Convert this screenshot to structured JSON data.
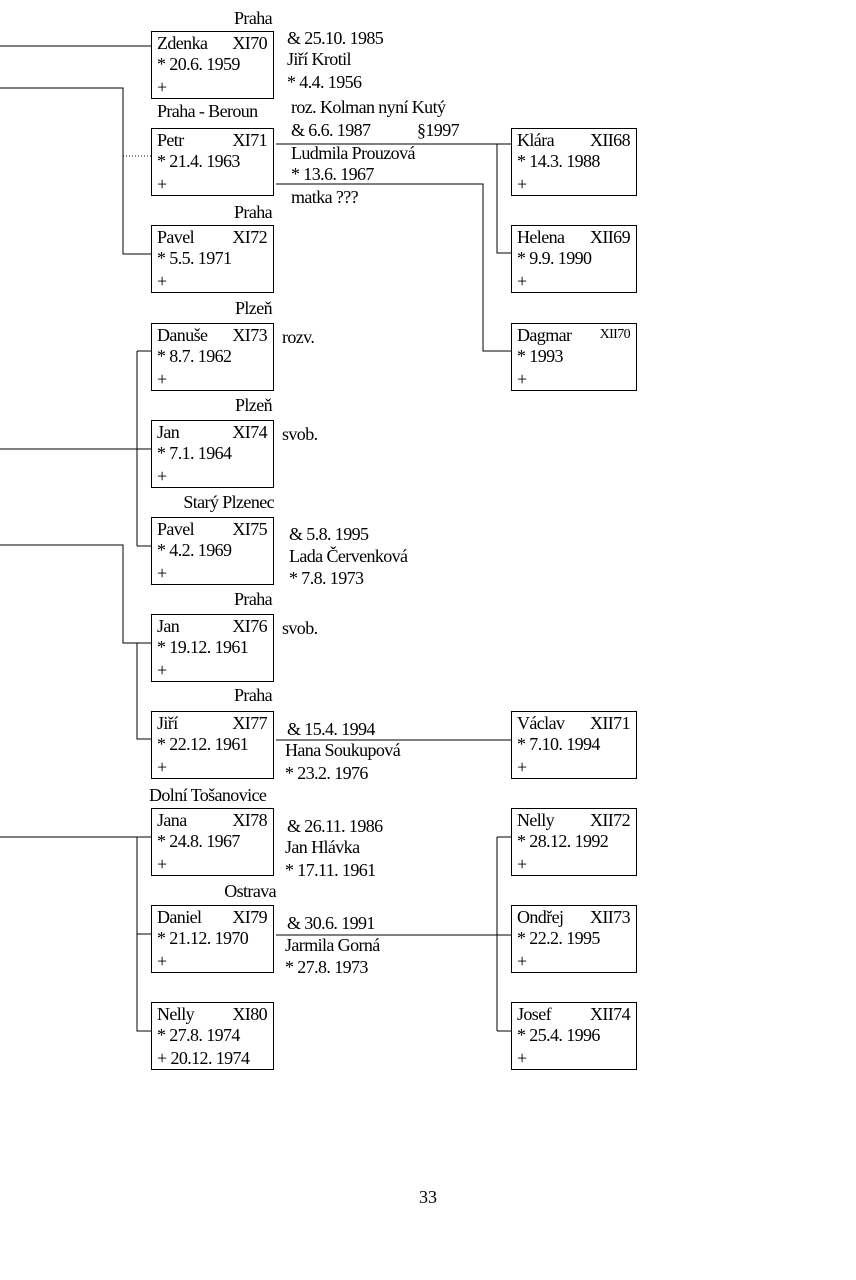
{
  "generation_xi": {
    "people": [
      {
        "name": "Zdenka",
        "id": "XI70",
        "birth": "* 20.6. 1959",
        "death": "+",
        "place": "Praha"
      },
      {
        "name": "Petr",
        "id": "XI71",
        "birth": "* 21.4. 1963",
        "death": "+",
        "place": "Praha - Beroun"
      },
      {
        "name": "Pavel",
        "id": "XI72",
        "birth": "* 5.5. 1971",
        "death": "+",
        "place": "Praha"
      },
      {
        "name": "Danuše",
        "id": "XI73",
        "birth": "* 8.7. 1962",
        "death": "+",
        "place": "Plzeň"
      },
      {
        "name": "Jan",
        "id": "XI74",
        "birth": "* 7.1. 1964",
        "death": "+",
        "place": "Plzeň"
      },
      {
        "name": "Pavel",
        "id": "XI75",
        "birth": "* 4.2. 1969",
        "death": "+",
        "place": "Starý Plzenec"
      },
      {
        "name": "Jan",
        "id": "XI76",
        "birth": "* 19.12. 1961",
        "death": "+",
        "place": "Praha"
      },
      {
        "name": "Jiří",
        "id": "XI77",
        "birth": "* 22.12. 1961",
        "death": "+",
        "place": "Praha"
      },
      {
        "name": "Jana",
        "id": "XI78",
        "birth": "* 24.8. 1967",
        "death": "+",
        "place": "Dolní Tošanovice"
      },
      {
        "name": "Daniel",
        "id": "XI79",
        "birth": "* 21.12. 1970",
        "death": "+",
        "place": "Ostrava"
      },
      {
        "name": "Nelly",
        "id": "XI80",
        "birth": "* 27.8. 1974",
        "death": "+ 20.12. 1974",
        "place": ""
      }
    ]
  },
  "generation_xii": {
    "people": [
      {
        "name": "Klára",
        "id": "XII68",
        "birth": "* 14.3. 1988",
        "death": "+"
      },
      {
        "name": "Helena",
        "id": "XII69",
        "birth": "* 9.9. 1990",
        "death": "+"
      },
      {
        "name": "Dagmar",
        "id": "XII70",
        "birth": "* 1993",
        "death": "+"
      },
      {
        "name": "Václav",
        "id": "XII71",
        "birth": "* 7.10. 1994",
        "death": "+"
      },
      {
        "name": "Nelly",
        "id": "XII72",
        "birth": "* 28.12. 1992",
        "death": "+"
      },
      {
        "name": "Ondřej",
        "id": "XII73",
        "birth": "* 22.2. 1995",
        "death": "+"
      },
      {
        "name": "Josef",
        "id": "XII74",
        "birth": "* 25.4. 1996",
        "death": "+"
      }
    ]
  },
  "notes": {
    "zdenka_marriage": "& 25.10. 1985",
    "zdenka_spouse": "Jiří Krotil",
    "zdenka_spouse_birth": "* 4.4. 1956",
    "petr_line1": "roz. Kolman nyní Kutý",
    "petr_marriage": "& 6.6. 1987",
    "petr_divorce": "§1997",
    "petr_spouse": "Ludmila Prouzová",
    "petr_spouse_birth": "* 13.6. 1967",
    "petr_mother_note": "matka ???",
    "danuse_status": "rozv.",
    "jan74_status": "svob.",
    "pavel75_marriage": "& 5.8. 1995",
    "pavel75_spouse": "Lada Červenková",
    "pavel75_spouse_birth": "* 7.8. 1973",
    "jan76_status": "svob.",
    "jiri_marriage": "& 15.4. 1994",
    "jiri_spouse": "Hana Soukupová",
    "jiri_spouse_birth": "* 23.2. 1976",
    "jana_marriage": "& 26.11. 1986",
    "jana_spouse": "Jan Hlávka",
    "jana_spouse_birth": "* 17.11. 1961",
    "daniel_marriage": "& 30.6. 1991",
    "daniel_spouse": "Jarmila Gorná",
    "daniel_spouse_birth": "* 27.8. 1973"
  },
  "page_number": "33"
}
